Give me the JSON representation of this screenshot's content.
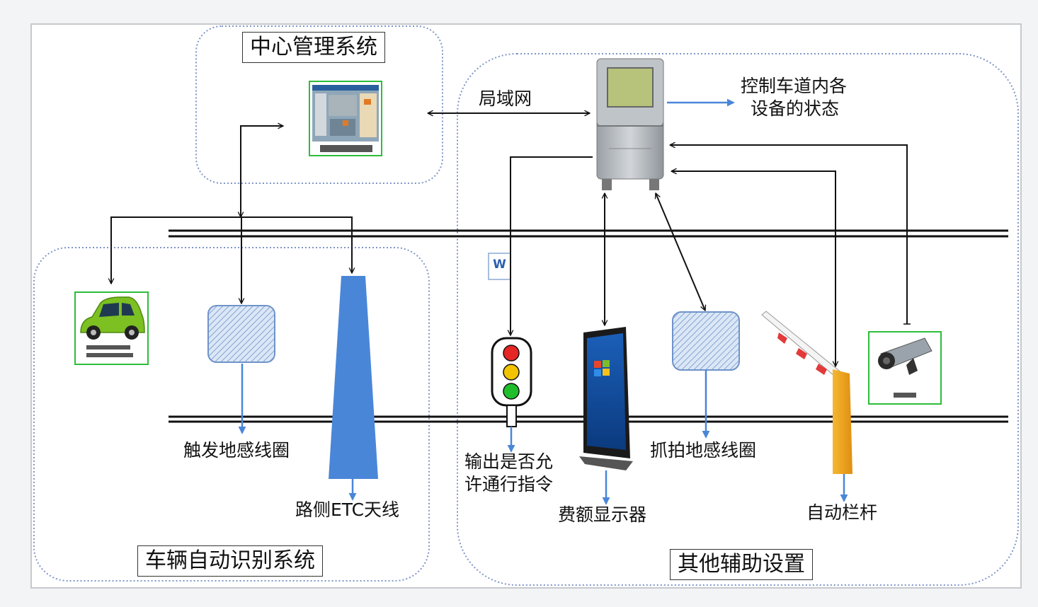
{
  "regions": {
    "center_system": "中心管理系统",
    "vehicle_recognition": "车辆自动识别系统",
    "auxiliary": "其他辅助设置"
  },
  "labels": {
    "lan": "局域网",
    "control_status_line1": "控制车道内各",
    "control_status_line2": "设备的状态",
    "trigger_loop": "触发地感线圈",
    "roadside_antenna": "路侧ETC天线",
    "pass_command_line1": "输出是否允",
    "pass_command_line2": "许通行指令",
    "fee_display": "费额显示器",
    "capture_loop": "抓拍地感线圈",
    "auto_barrier": "自动栏杆"
  },
  "doc_badge": "W",
  "colors": {
    "accent_blue": "#4a86d8",
    "device_green": "#2ebd3a",
    "dotted_border": "#7f95c8",
    "loop_fill": "#c9dcf3"
  },
  "icons": [
    "management-screenshot-icon",
    "car-icon",
    "lane-controller-icon",
    "traffic-light-icon",
    "fee-display-kiosk-icon",
    "barrier-gate-icon",
    "camera-icon",
    "word-document-icon"
  ]
}
